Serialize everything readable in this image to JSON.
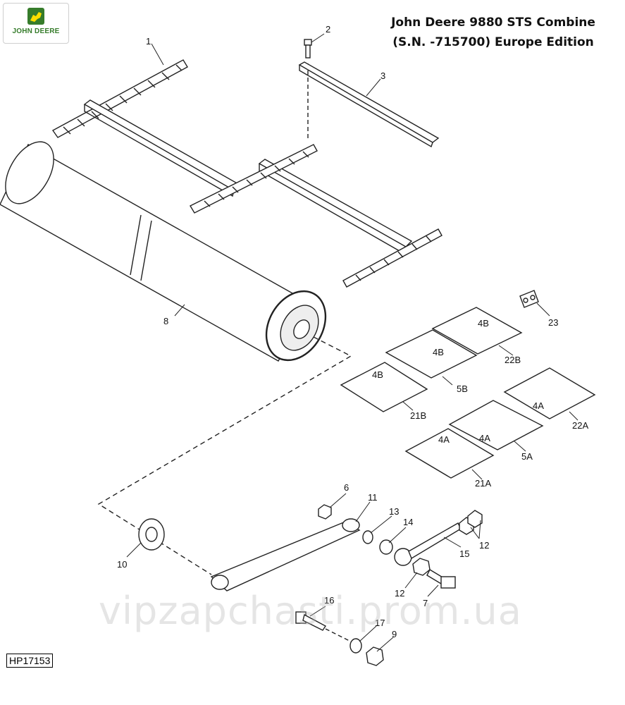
{
  "header": {
    "logo_text": "JOHN DEERE",
    "title_line1": "John Deere 9880 STS Combine",
    "title_line2": "(S.N. -715700) Europe Edition"
  },
  "figure_id": "HP17153",
  "watermark": "vipzapchasti.prom.ua",
  "callouts": [
    "1",
    "2",
    "3",
    "8",
    "23",
    "4B",
    "4B",
    "4B",
    "22B",
    "5B",
    "21B",
    "4A",
    "4A",
    "4A",
    "22A",
    "5A",
    "21A",
    "6",
    "11",
    "13",
    "14",
    "12",
    "15",
    "10",
    "12",
    "7",
    "16",
    "17",
    "9"
  ],
  "colors": {
    "logo_green": "#367c2b",
    "logo_yellow": "#ffde00",
    "line": "#222222"
  }
}
